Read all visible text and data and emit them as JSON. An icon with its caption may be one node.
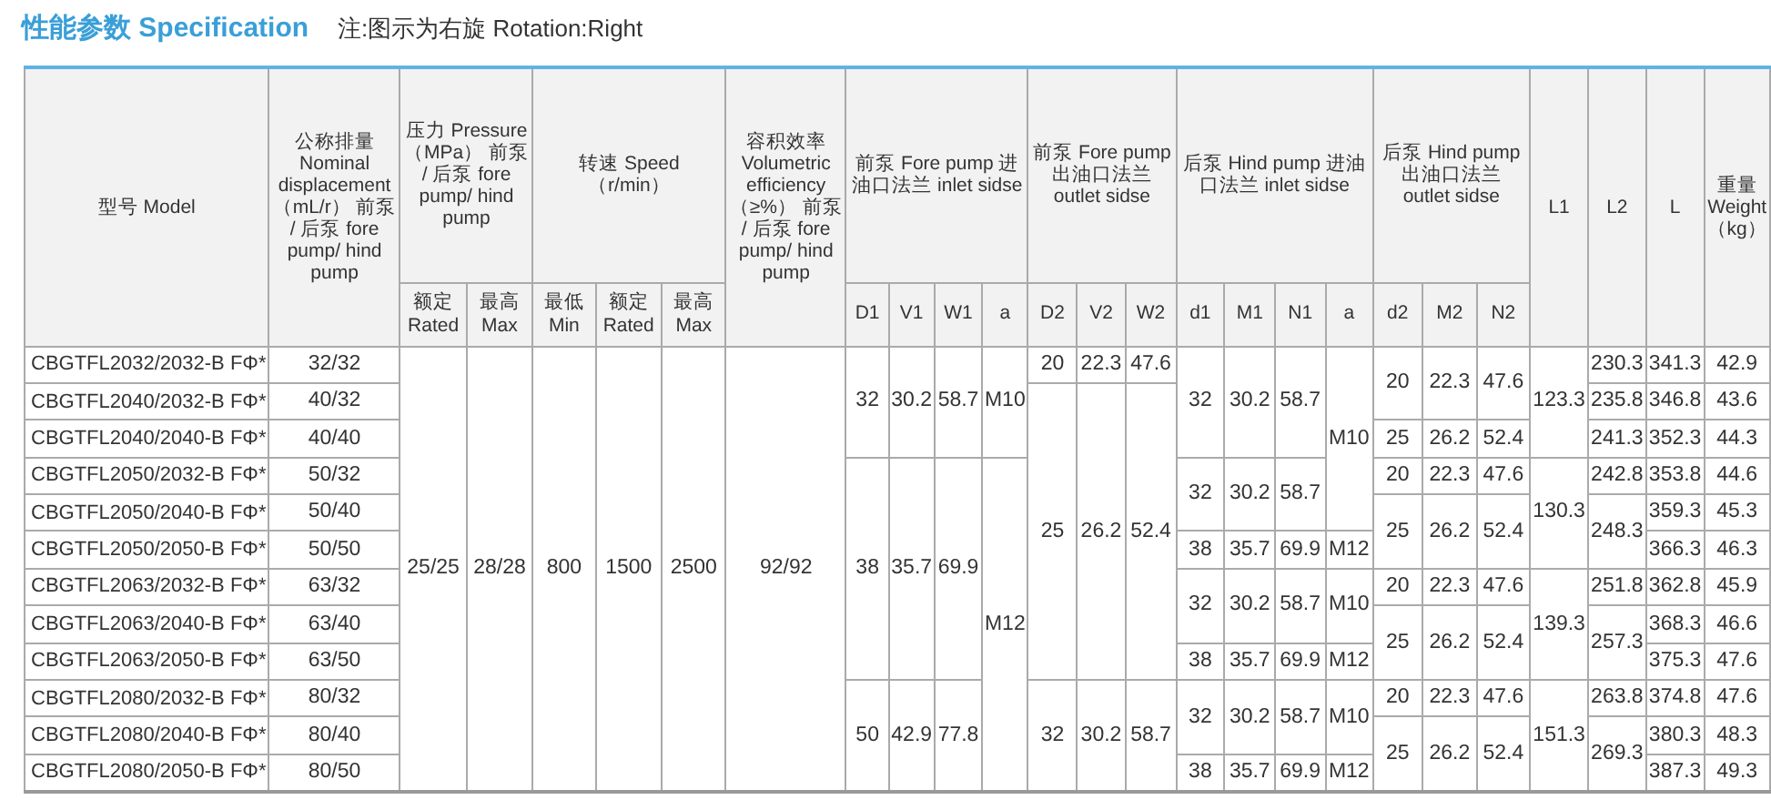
{
  "diagram": {
    "title": "性能参数 Specification",
    "labels": [
      "注:图示为右旋 Rotation:Right",
      "型号 Model",
      "公称排量 Nominal displacement （mL/r） 前泵 / 后泵 fore pump/ hind pump",
      "压力 Pressure （MPa） 前泵 / 后泵 fore pump/ hind pump",
      "转速 Speed （r/min）",
      "容积效率 Volumetric efficiency （≥%） 前泵 / 后泵 fore pump/ hind pump",
      "前泵 Fore pump 进油口法兰 inlet sidse",
      "前泵 Fore pump 出油口法兰 outlet sidse",
      "后泵 Hind pump 进油口法兰 inlet sidse",
      "后泵 Hind pump 出油口法兰 outlet sidse",
      "L1",
      "L2",
      "L",
      "重量 Weight （kg）",
      "额定 Rated",
      "最高 Max",
      "最低 Min",
      "额定 Rated",
      "最高 Max",
      "D1",
      "V1",
      "W1",
      "a",
      "D2",
      "V2",
      "W2",
      "d1",
      "M1",
      "N1",
      "a",
      "d2",
      "M2",
      "N2",
      "CBGTFL2032/2032-B FΦ*",
      "32/32",
      "25/25",
      "28/28",
      "800",
      "1500",
      "2500",
      "92/92",
      "32",
      "30.2",
      "58.7",
      "M10",
      "20",
      "22.3",
      "47.6",
      "32",
      "30.2",
      "58.7",
      "M10",
      "20",
      "22.3",
      "47.6",
      "123.3",
      "230.3",
      "341.3",
      "42.9",
      "CBGTFL2040/2032-B FΦ*",
      "40/32",
      "25",
      "26.2",
      "52.4",
      "235.8",
      "346.8",
      "43.6",
      "CBGTFL2040/2040-B FΦ*",
      "40/40",
      "25",
      "26.2",
      "52.4",
      "241.3",
      "352.3",
      "44.3",
      "CBGTFL2050/2032-B FΦ*",
      "50/32",
      "38",
      "35.7",
      "69.9",
      "M12",
      "32",
      "30.2",
      "58.7",
      "20",
      "22.3",
      "47.6",
      "130.3",
      "242.8",
      "353.8",
      "44.6",
      "CBGTFL2050/2040-B FΦ*",
      "50/40",
      "25",
      "26.2",
      "52.4",
      "248.3",
      "359.3",
      "45.3",
      "CBGTFL2050/2050-B FΦ*",
      "50/50",
      "38",
      "35.7",
      "69.9",
      "M12",
      "366.3",
      "46.3",
      "CBGTFL2063/2032-B FΦ*",
      "63/32",
      "32",
      "30.2",
      "58.7",
      "M10",
      "20",
      "22.3",
      "47.6",
      "139.3",
      "251.8",
      "362.8",
      "45.9",
      "CBGTFL2063/2040-B FΦ*",
      "63/40",
      "25",
      "26.2",
      "52.4",
      "257.3",
      "368.3",
      "46.6",
      "CBGTFL2063/2050-B FΦ*",
      "63/50",
      "38",
      "35.7",
      "69.9",
      "M12",
      "375.3",
      "47.6",
      "CBGTFL2080/2032-B FΦ*",
      "80/32",
      "50",
      "42.9",
      "77.8",
      "32",
      "30.2",
      "58.7",
      "32",
      "30.2",
      "58.7",
      "M10",
      "20",
      "22.3",
      "47.6",
      "151.3",
      "263.8",
      "374.8",
      "47.6",
      "CBGTFL2080/2040-B FΦ*",
      "80/40",
      "25",
      "26.2",
      "52.4",
      "269.3",
      "380.3",
      "48.3",
      "CBGTFL2080/2050-B FΦ*",
      "80/50",
      "38",
      "35.7",
      "69.9",
      "M12",
      "387.3",
      "49.3"
    ]
  }
}
